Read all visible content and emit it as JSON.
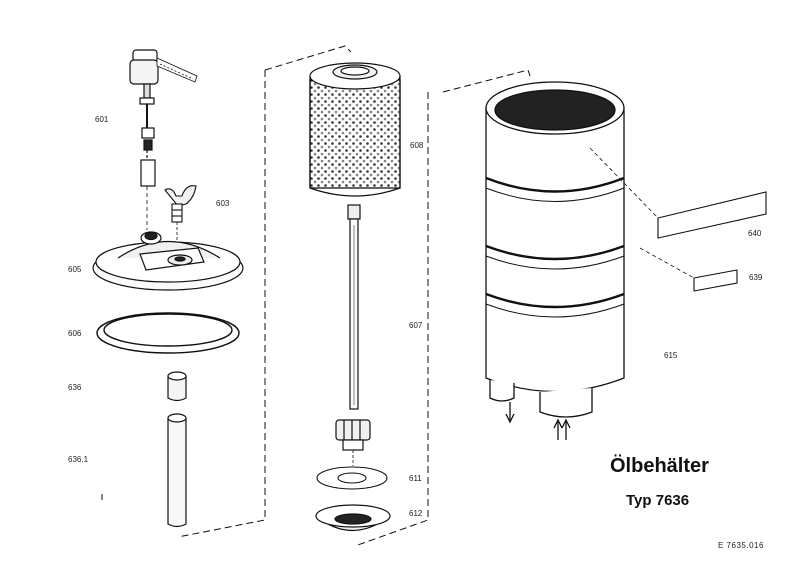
{
  "title": "Ölbehälter",
  "subtitle": "Typ 7636",
  "doc_number": "E 7635.016",
  "parts": {
    "p601": "601",
    "p603": "603",
    "p605": "605",
    "p606": "606",
    "p636": "636",
    "p636_1": "636.1",
    "p608": "608",
    "p607": "607",
    "p611": "611",
    "p612": "612",
    "p640": "640",
    "p639": "639",
    "p615": "615"
  }
}
